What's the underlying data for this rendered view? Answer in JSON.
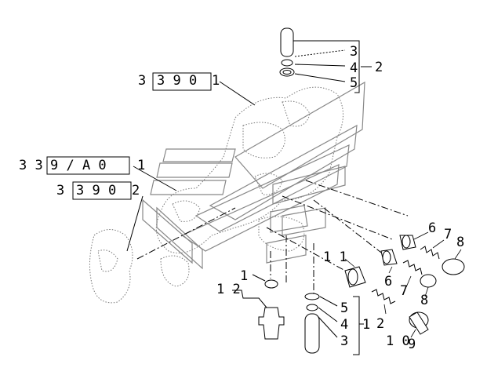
{
  "refs": {
    "top": {
      "prefix": "3",
      "boxed": "3 9  0",
      "suffix": "1"
    },
    "middle": {
      "prefix": "3 3",
      "boxed": "9 /  A  0",
      "suffix": "1"
    },
    "lower": {
      "prefix": "3",
      "boxed": "3 9  0",
      "suffix": "2"
    }
  },
  "callouts": {
    "top_group": {
      "items": [
        "3",
        "4",
        "5"
      ],
      "group": "2"
    },
    "bottom_group": {
      "items": [
        "5",
        "4",
        "3"
      ],
      "group": "1"
    },
    "right_labels": {
      "upper": [
        "6",
        "7",
        "8"
      ],
      "middle": [
        "6",
        "7",
        "8"
      ],
      "ten": "1 0",
      "nine": "9",
      "eleven": "1 1",
      "two": "2",
      "twelve": "1 2",
      "one": "1"
    }
  }
}
